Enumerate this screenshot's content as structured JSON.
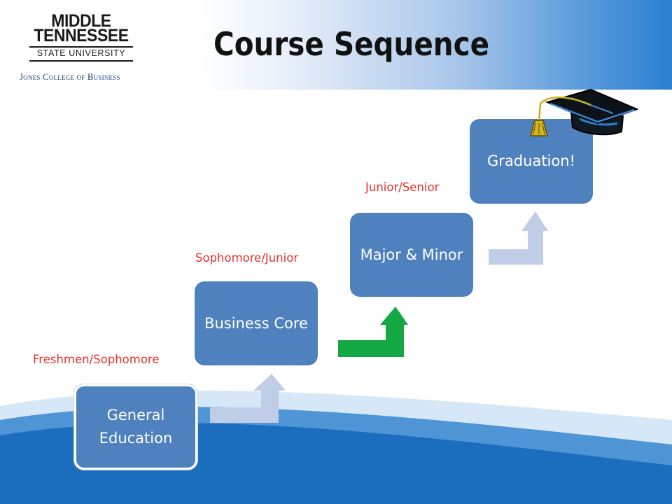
{
  "logo": {
    "line1": "MIDDLE",
    "line2": "TENNESSEE",
    "line3": "STATE UNIVERSITY",
    "college": "Jones College of Business"
  },
  "title": "Course Sequence",
  "steps": [
    {
      "label": "General Education",
      "years": "Freshmen/Sophomore"
    },
    {
      "label": "Business Core",
      "years": "Sophomore/Junior"
    },
    {
      "label": "Major & Minor",
      "years": "Junior/Senior"
    },
    {
      "label": "Graduation!"
    }
  ],
  "colors": {
    "box": "#4e81bd",
    "year_label": "#e8312a",
    "arrow_light": "#bfcde6",
    "arrow_highlight": "#13a844",
    "wave": "#1b6dbd"
  },
  "icons": {
    "arrows": "step-up-arrow-icon",
    "cap": "graduation-cap-icon"
  }
}
